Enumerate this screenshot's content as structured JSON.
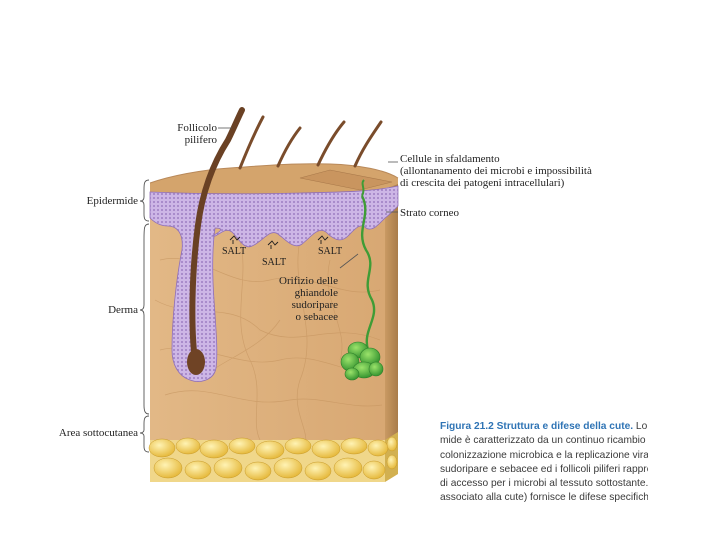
{
  "labels": {
    "follicle_line1": "Follicolo",
    "follicle_line2": "pilifero",
    "epidermis": "Epidermide",
    "dermis": "Derma",
    "subcutaneous": "Area sottocutanea",
    "shedding_line1": "Cellule in sfaldamento",
    "shedding_line2": "(allontanamento dei microbi e impossibilità",
    "shedding_line3": "di crescita dei patogeni intracellulari)",
    "stratum": "Strato corneo",
    "orifice_line1": "Orifizio delle",
    "orifice_line2": "ghiandole",
    "orifice_line3": "sudoripare",
    "orifice_line4": "o sebacee",
    "salt1": "SALT",
    "salt2": "SALT",
    "salt3": "SALT"
  },
  "caption": {
    "figure": "Figura 21.2",
    "title": "Struttura e difese della cute.",
    "line1_rest": " Lo",
    "line2": "mide è caratterizzato da un continuo ricambio di c",
    "line3": "colonizzazione microbica e la replicazione virale.",
    "line4": "sudoripare e sebacee ed i follicoli piliferi rappres",
    "line5": "di accesso per i microbi al tessuto sottostante.",
    "line6": "associato alla cute) fornisce le difese specifiche d"
  },
  "colors": {
    "skin": "#dcae7a",
    "skin_dark": "#b98a55",
    "epidermis": "#c8b2e2",
    "fat": "#f3d25c",
    "hair": "#6a4124",
    "gland": "#58b548",
    "accent": "#2f74b5"
  }
}
